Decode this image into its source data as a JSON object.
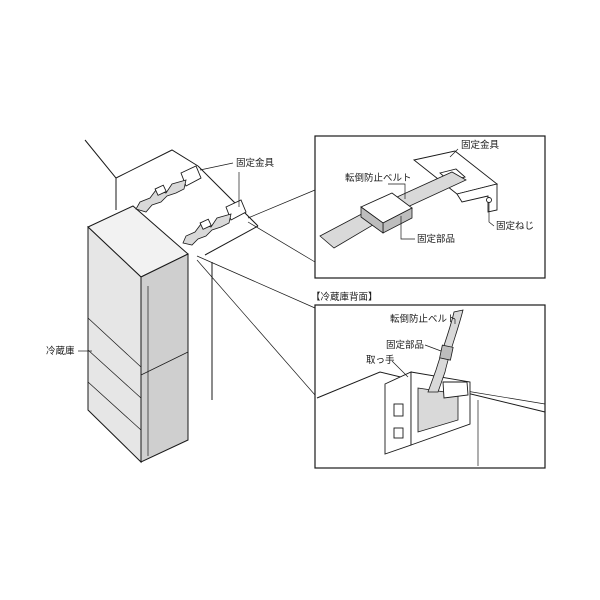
{
  "labels": {
    "bracket_main": "固定金具",
    "fridge": "冷蔵庫",
    "detail1_bracket": "固定金具",
    "detail1_belt": "転倒防止ベルト",
    "detail1_fixing_part": "固定部品",
    "detail1_screw": "固定ねじ",
    "detail2_title": "【冷蔵庫背面】",
    "detail2_belt": "転倒防止ベルト",
    "detail2_fixing_part": "固定部品",
    "detail2_handle": "取っ手"
  },
  "colors": {
    "line": "#1a1a1a",
    "fridge_front": "#e6e6e6",
    "fridge_side": "#cfcfcf",
    "fridge_top": "#f2f2f2",
    "shade": "#d9d9d9"
  }
}
